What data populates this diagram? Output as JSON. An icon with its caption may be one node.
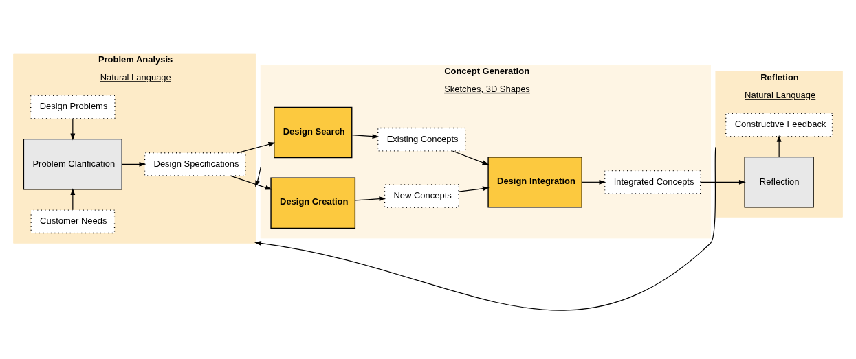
{
  "diagram": {
    "nodes": [
      {
        "text": [
          "Problem Analysis",
          "Natural Language"
        ]
      },
      {
        "text": [
          "Design Problems"
        ],
        "in": 0
      },
      {
        "text": [
          "Problem Clarification"
        ],
        "in": 0
      },
      {
        "text": [
          "Customer Needs"
        ],
        "in": 0
      },
      {
        "text": [
          "Design Specifications"
        ],
        "in": 0
      },
      {
        "text": [
          "Concept Generation",
          "Sketches, 3D Shapes"
        ]
      },
      {
        "text": [
          "Design Search"
        ],
        "in": 5
      },
      {
        "text": [
          "Existing Concepts"
        ],
        "in": 5
      },
      {
        "text": [
          "Design Creation"
        ],
        "in": 5
      },
      {
        "text": [
          "New Concepts"
        ],
        "in": 5
      },
      {
        "text": [
          "Design Integration"
        ],
        "in": 5
      },
      {
        "text": [
          "Integrated Concepts"
        ],
        "in": 5
      },
      {
        "text": [
          "Refletion",
          "Natural Language"
        ]
      },
      {
        "text": [
          "Constructive Feedback"
        ],
        "in": 12
      },
      {
        "text": [
          "Reflection"
        ],
        "in": 12
      }
    ],
    "edges": [
      {
        "from": 1,
        "to": 2,
        "arrow": "to"
      },
      {
        "from": 3,
        "to": 2,
        "arrow": "to"
      },
      {
        "from": 2,
        "to": 4,
        "arrow": "to"
      },
      {
        "from": 4,
        "to": 6,
        "arrow": "to"
      },
      {
        "from": 4,
        "to": 8,
        "arrow": "to"
      },
      {
        "from": 6,
        "to": 7,
        "arrow": "to"
      },
      {
        "from": 8,
        "to": 9,
        "arrow": "to"
      },
      {
        "from": 7,
        "to": 10,
        "arrow": "to"
      },
      {
        "from": 9,
        "to": 10,
        "arrow": "to"
      },
      {
        "from": 10,
        "to": 11,
        "arrow": "to"
      },
      {
        "from": 11,
        "to": 14,
        "arrow": "to"
      },
      {
        "from": 14,
        "to": 13,
        "arrow": "to"
      },
      {
        "from": 5,
        "to": 0,
        "arrow": "to"
      },
      {
        "from": 12,
        "to": 0,
        "arrow": "to"
      }
    ]
  }
}
